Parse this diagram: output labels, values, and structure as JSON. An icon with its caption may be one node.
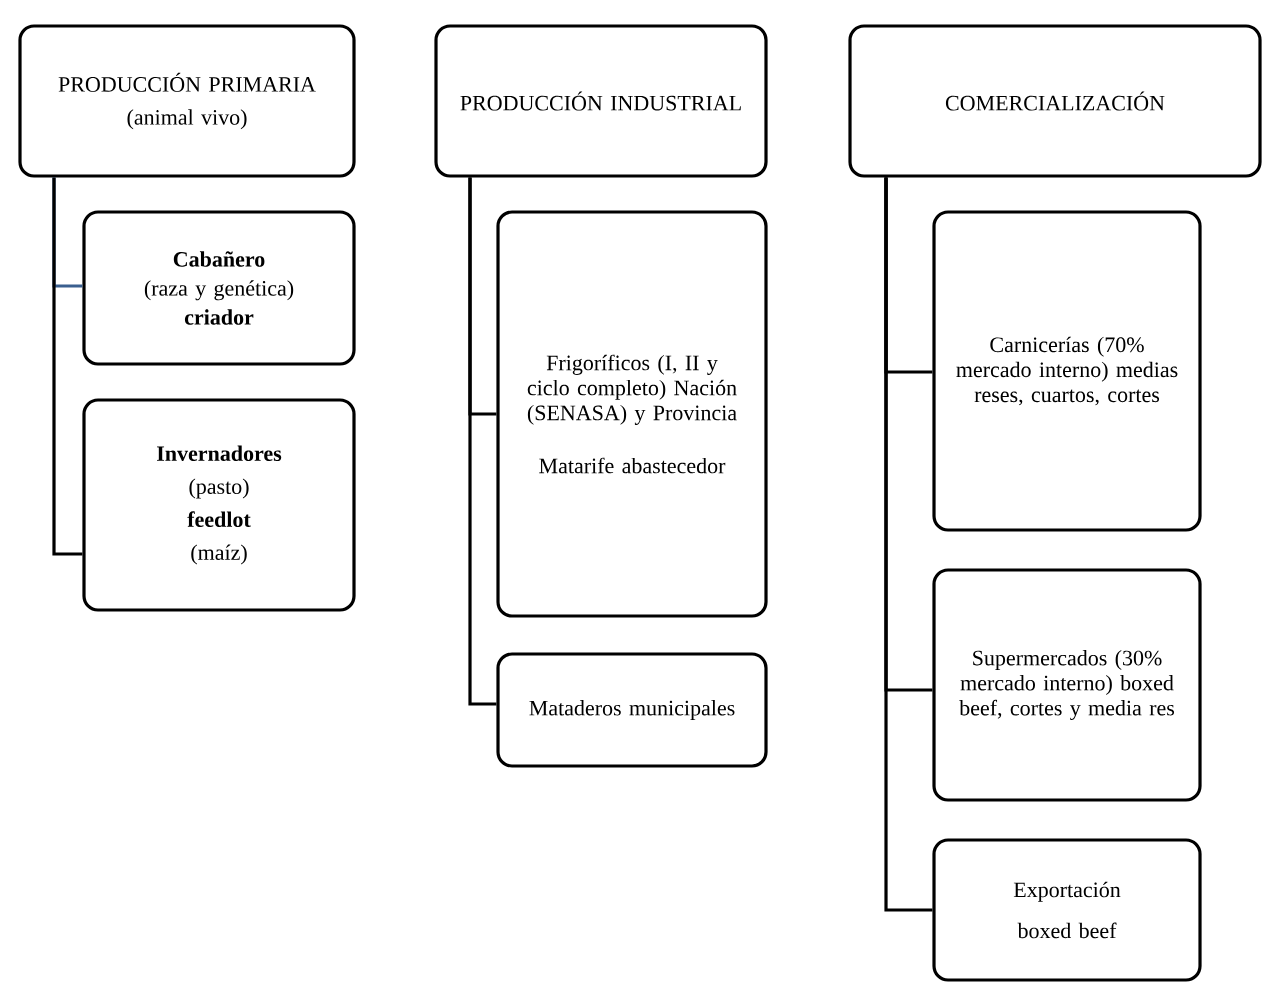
{
  "diagram": {
    "nodes": [
      {
        "text": [
          "PRODUCCIÓN PRIMARIA",
          "(animal vivo)"
        ]
      },
      {
        "text": [
          "Cabañero",
          "(raza y genética)",
          "criador"
        ]
      },
      {
        "text": [
          "Invernadores",
          "(pasto)",
          "feedlot",
          "(maíz)"
        ]
      },
      {
        "text": [
          "PRODUCCIÓN INDUSTRIAL"
        ]
      },
      {
        "text": [
          "Frigoríficos (I, II y ciclo completo) Nación (SENASA) y Provincia",
          "Matarife abastecedor"
        ]
      },
      {
        "text": [
          "Mataderos municipales"
        ]
      },
      {
        "text": [
          "COMERCIALIZACIÓN"
        ]
      },
      {
        "text": [
          "Carnicerías (70% mercado interno) medias reses, cuartos, cortes"
        ]
      },
      {
        "text": [
          "Supermercados (30% mercado interno) boxed beef, cortes y media res"
        ]
      },
      {
        "text": [
          "Exportación",
          "boxed beef"
        ]
      }
    ],
    "edges": [
      {
        "from": 0,
        "to": 1,
        "arrow": "none",
        "color": "#3a5f8f"
      },
      {
        "from": 0,
        "to": 2,
        "arrow": "none"
      },
      {
        "from": 3,
        "to": 4,
        "arrow": "none"
      },
      {
        "from": 3,
        "to": 5,
        "arrow": "none"
      },
      {
        "from": 6,
        "to": 7,
        "arrow": "none"
      },
      {
        "from": 6,
        "to": 8,
        "arrow": "none"
      },
      {
        "from": 6,
        "to": 9,
        "arrow": "none"
      }
    ]
  }
}
